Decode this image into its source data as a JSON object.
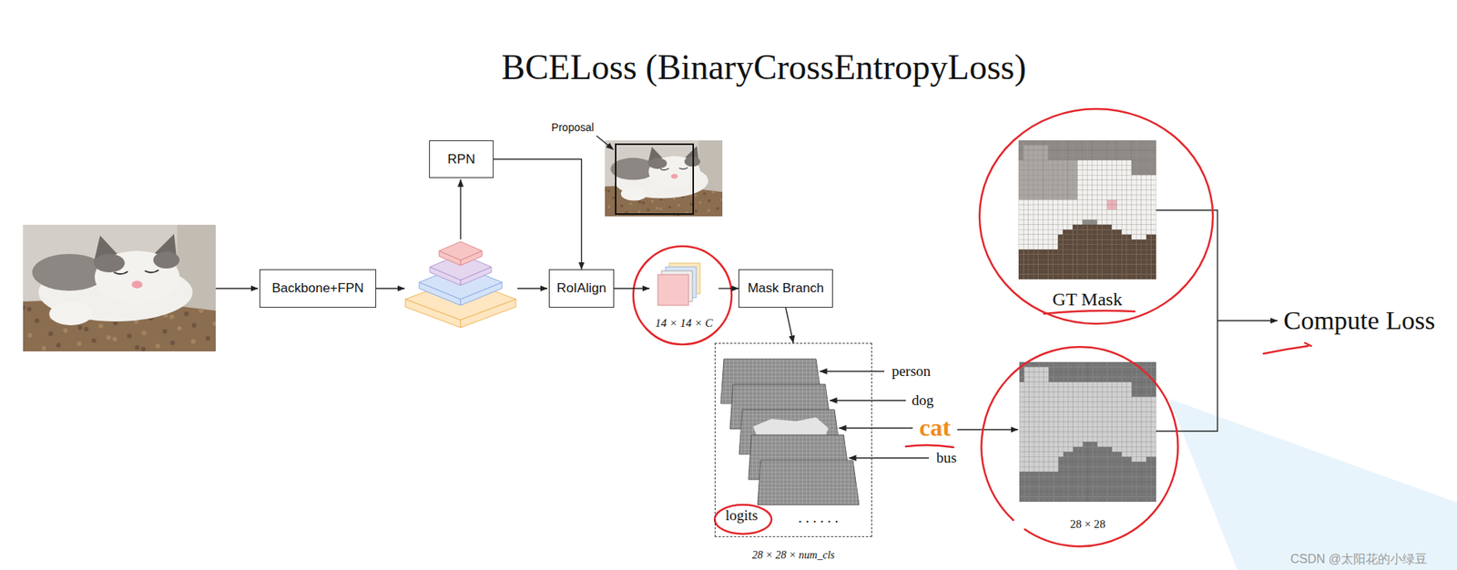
{
  "diagram": {
    "title": "BCELoss (BinaryCrossEntropyLoss)",
    "nodes": [
      {
        "text": [
          "Backbone+FPN"
        ]
      },
      {
        "text": [
          "RPN"
        ]
      },
      {
        "text": [
          "RoIAlign"
        ]
      },
      {
        "text": [
          "14 × 14 × C"
        ]
      },
      {
        "text": [
          "Mask Branch"
        ]
      },
      {
        "text": [
          "logits",
          "......",
          "28 × 28 × num_cls"
        ]
      },
      {
        "text": [
          "GT Mask"
        ]
      },
      {
        "text": [
          "28 × 28"
        ]
      }
    ],
    "edges": [
      {
        "from": 1,
        "to": 2,
        "arrow": "to"
      },
      {
        "from": 2,
        "to": 3,
        "arrow": "to"
      },
      {
        "from": 3,
        "to": 4,
        "arrow": "to"
      },
      {
        "from": 4,
        "to": 5,
        "arrow": "to"
      }
    ],
    "labels": [
      "Proposal",
      "person",
      "dog",
      "cat",
      "bus",
      "Compute Loss",
      "CSDN @太阳花的小绿豆"
    ]
  }
}
